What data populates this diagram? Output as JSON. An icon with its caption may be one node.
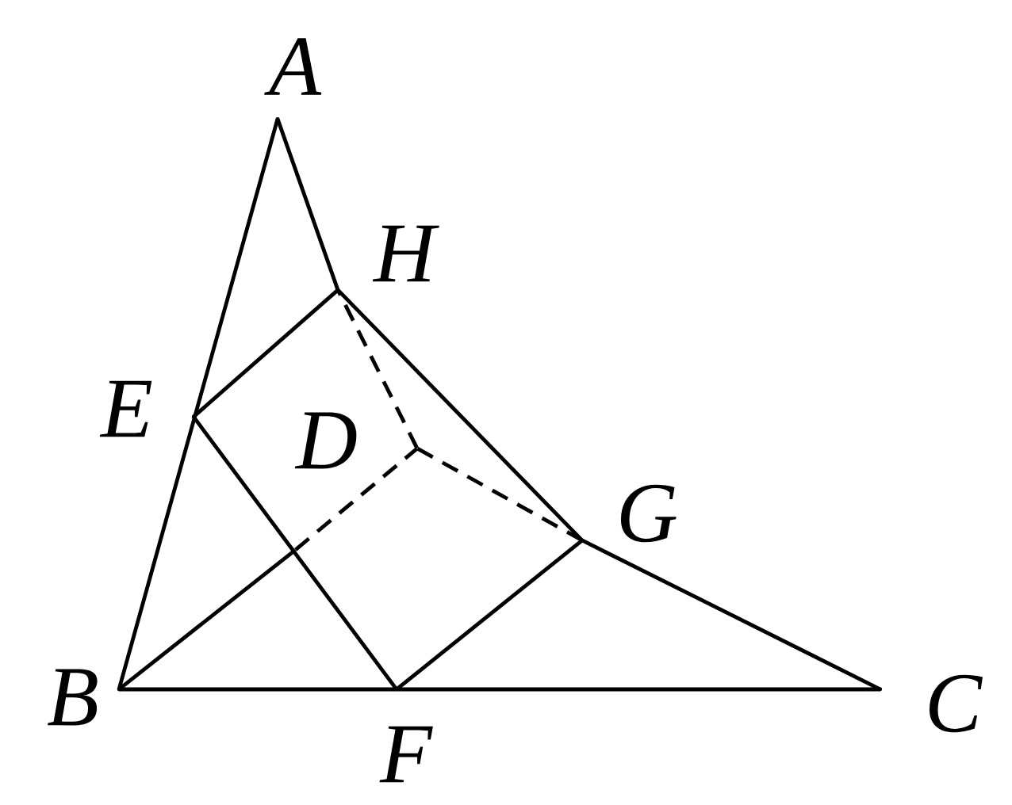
{
  "diagram": {
    "nodes": [
      {
        "text": [
          "A"
        ]
      },
      {
        "text": [
          "H"
        ]
      },
      {
        "text": [
          "E"
        ]
      },
      {
        "text": [
          "D"
        ]
      },
      {
        "text": [
          "G"
        ]
      },
      {
        "text": [
          "B"
        ]
      },
      {
        "text": [
          "F"
        ]
      },
      {
        "text": [
          "C"
        ]
      },
      {
        "text": [],
        "shape": "point"
      }
    ],
    "edges": [
      {
        "from": 0,
        "to": 5,
        "arrow": "none"
      },
      {
        "from": 0,
        "to": 1,
        "arrow": "none"
      },
      {
        "from": 1,
        "to": 4,
        "arrow": "none"
      },
      {
        "from": 4,
        "to": 7,
        "arrow": "none"
      },
      {
        "from": 5,
        "to": 7,
        "arrow": "none"
      },
      {
        "from": 2,
        "to": 1,
        "arrow": "none"
      },
      {
        "from": 2,
        "to": 6,
        "arrow": "none"
      },
      {
        "from": 6,
        "to": 4,
        "arrow": "none"
      },
      {
        "from": 5,
        "to": 8,
        "arrow": "none"
      },
      {
        "from": 8,
        "to": 3,
        "arrow": "none",
        "style": "dashed"
      },
      {
        "from": 3,
        "to": 1,
        "arrow": "none",
        "style": "dashed"
      },
      {
        "from": 3,
        "to": 4,
        "arrow": "none",
        "style": "dashed"
      }
    ]
  }
}
